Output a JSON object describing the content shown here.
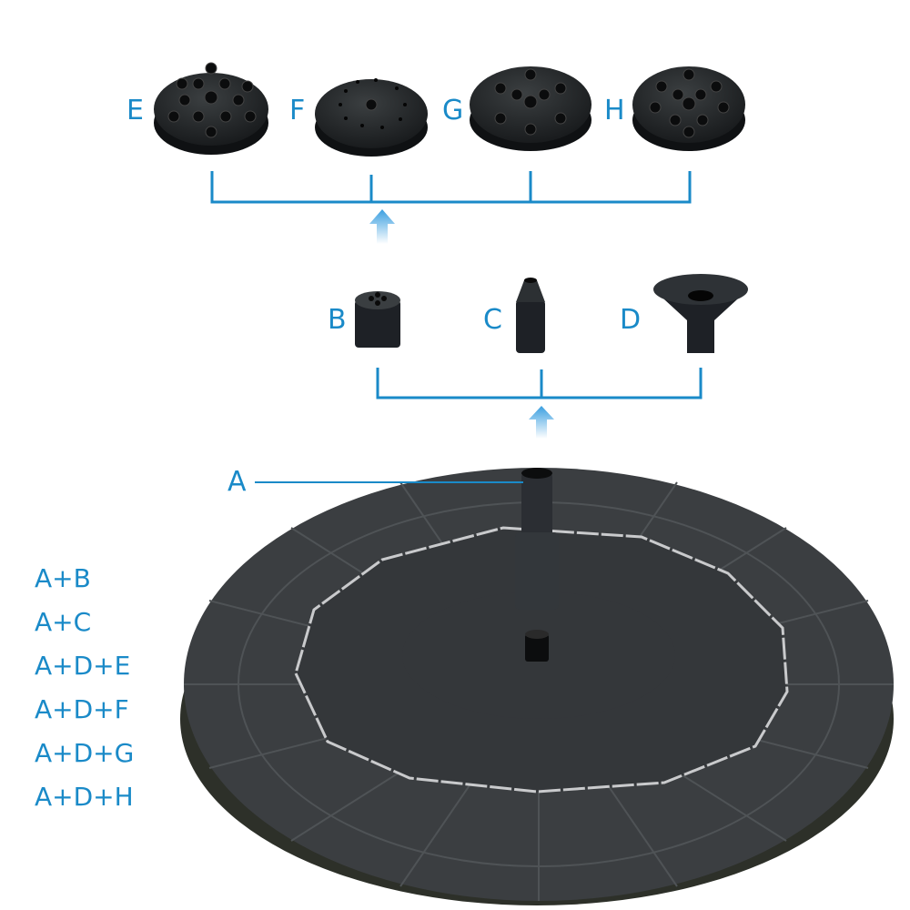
{
  "colors": {
    "accent": "#1a8ac8",
    "part": "#1e2126",
    "panel": "#3a3d3f",
    "rim": "#2e302a"
  },
  "nozzle_heads": [
    {
      "label": "E"
    },
    {
      "label": "F"
    },
    {
      "label": "G"
    },
    {
      "label": "H"
    }
  ],
  "adapters": [
    {
      "label": "B"
    },
    {
      "label": "C"
    },
    {
      "label": "D"
    }
  ],
  "pump_label": "A",
  "combinations": [
    "A+B",
    "A+C",
    "A+D+E",
    "A+D+F",
    "A+D+G",
    "A+D+H"
  ]
}
